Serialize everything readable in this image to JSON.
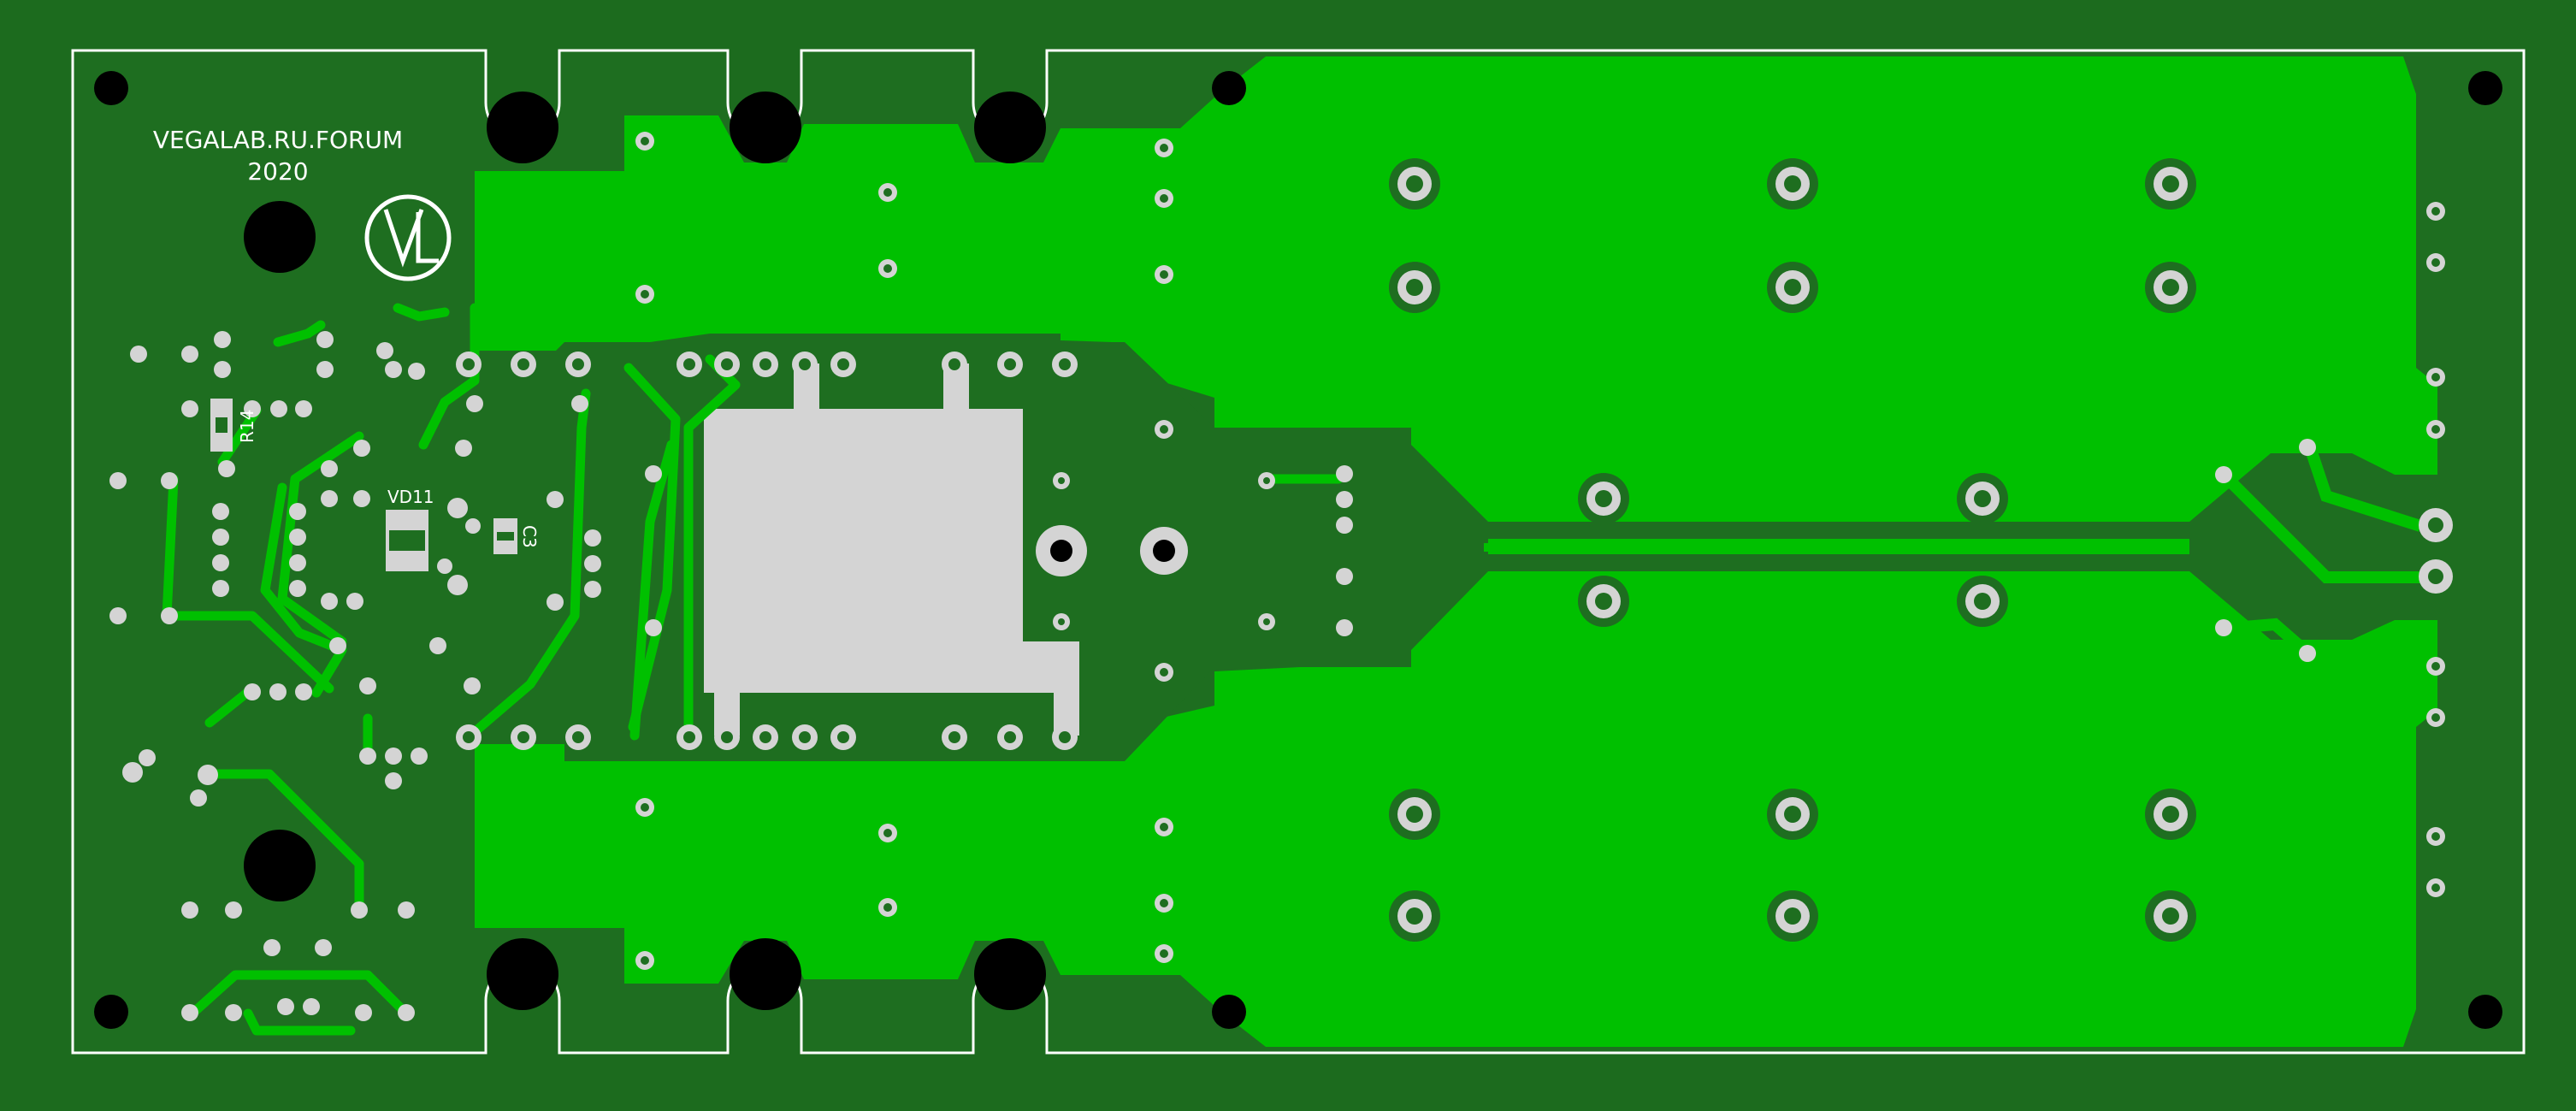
{
  "board": {
    "colors": {
      "background": "#1c6b1e",
      "board_fill": "#1e6e20",
      "copper_pour": "#00c000",
      "copper_trace": "#00c000",
      "pad_ring": "#d4d4d4",
      "pad_hole": "#1e6e20",
      "mounting_hole": "#000000",
      "heatsink_pad": "#d4d4d4",
      "silkscreen": "#ffffff"
    },
    "labels": {
      "forum": "VEGALAB.RU.FORUM",
      "year": "2020",
      "logo": "VL",
      "r14": "R14",
      "vd11": "VD11",
      "c3": "C3"
    }
  }
}
